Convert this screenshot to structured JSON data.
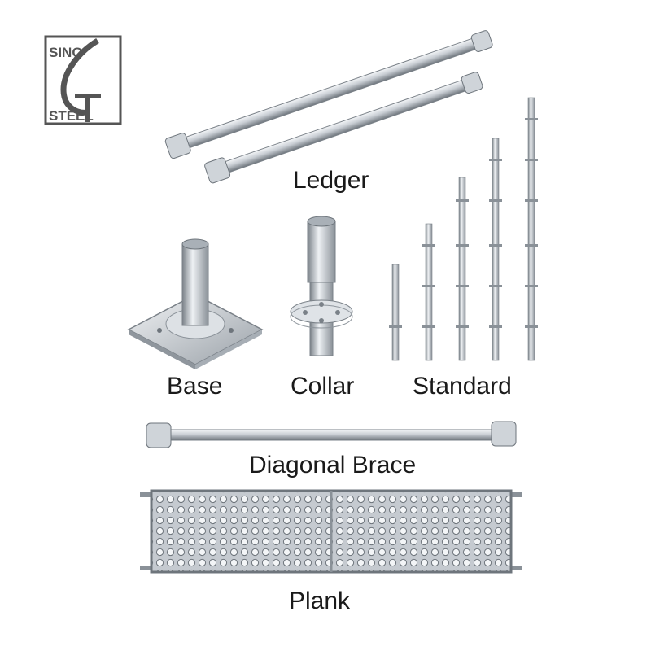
{
  "logo": {
    "top_text": "SINO",
    "bottom_text": "STEEL"
  },
  "labels": {
    "ledger": "Ledger",
    "base": "Base",
    "collar": "Collar",
    "standard": "Standard",
    "diagonal_brace": "Diagonal Brace",
    "plank": "Plank"
  },
  "colors": {
    "steel_light": "#e9ecef",
    "steel_mid": "#b8bec5",
    "steel_dark": "#6e757c",
    "text": "#1a1a1a"
  }
}
